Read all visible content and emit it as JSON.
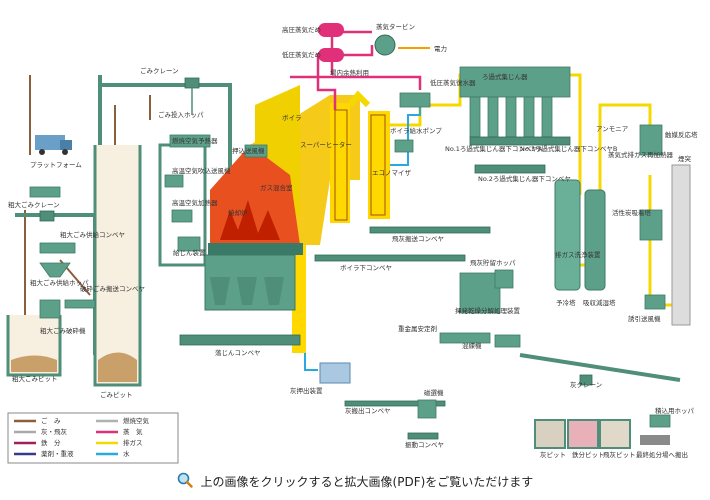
{
  "labels": {
    "gomi_crane": "ごみクレーン",
    "gomi_hopper": "ごみ投入ホッパ",
    "platform": "プラットフォーム",
    "sodai_crane": "粗大ごみクレーン",
    "sodai_conveyor": "粗大ごみ供給コンベヤ",
    "sodai_hopper": "粗大ごみ供給ホッパ",
    "sodai_hasai": "粗大ごみ破砕機",
    "hasai_conveyor": "破砕ごみ搬送コンベヤ",
    "sodai_pit": "粗大ごみピット",
    "gomi_pit": "ごみピット",
    "shikaku": "燃焼空気予熱器",
    "oshidashi": "押込送風機",
    "koatsu_kuki": "高温空気吹込送風機",
    "koatsu_kanetsu": "高温空気加熱器",
    "shokyakuro": "焼却炉",
    "kyujin": "給じん装置",
    "boiler": "ボイラ",
    "super_heater": "スーパーヒーター",
    "gas_kongo": "ガス混合室",
    "economizer": "エコノマイザ",
    "koatsu_joki": "高圧蒸気だめ",
    "teiatsu_joki": "低圧蒸気だめ",
    "joki_turbine": "蒸気タービン",
    "denryoku": "電力",
    "jonai_yonetsu": "場内余熱利用",
    "teiatsu_fukusui": "低圧蒸気復水器",
    "boiler_pump": "ボイラ給水ポンプ",
    "ro_shujin": "ろ過式集じん器",
    "no1a": "No.1ろ過式集じん器下コンベヤA",
    "no1b": "No.1ろ過式集じん器下コンベヤB",
    "no2": "No.2ろ過式集じん器下コンベヤ",
    "ammonia": "アンモニア",
    "shokubai": "触媒反応塔",
    "haigasu_saikanetsu": "蒸気式排ガス再加熱器",
    "kasseitan": "活性炭吸着塔",
    "entotsu": "煙突",
    "yuin": "誘引送風機",
    "haigasu_senjo": "排ガス洗浄装置",
    "yoreito": "予冷塔",
    "kyushu_ekito": "吸収減湿塔",
    "hibai_conveyor": "飛灰搬送コンベヤ",
    "boiler_shita": "ボイラ下コンベヤ",
    "hibai_hopper": "飛灰貯留ホッパ",
    "yokaten": "揮発乾燥分解処理装置",
    "jukinzoku": "重金属安定剤",
    "konrenki": "混練機",
    "rakujin": "落じんコンベヤ",
    "haidashi": "灰押出装置",
    "hai_crane": "灰クレーン",
    "haihashutsu": "灰搬出コンベヤ",
    "jiryoku": "磁選機",
    "shindo": "振動コンベヤ",
    "tsumikomi": "積込用ホッパ",
    "hai_pit": "灰ピット",
    "ryubun_pit": "鉄分ピット",
    "hibai_pit": "飛灰ピット",
    "saishu": "最終処分場へ搬出"
  },
  "legend": [
    {
      "text": "ご　み",
      "color": "#8b5e3c"
    },
    {
      "text": "燃焼空気",
      "color": "#b0b0b0"
    },
    {
      "text": "灰・飛灰",
      "color": "#aaaaaa"
    },
    {
      "text": "蒸　気",
      "color": "#e0307a"
    },
    {
      "text": "鉄　分",
      "color": "#a0205a"
    },
    {
      "text": "排ガス",
      "color": "#f5d800"
    },
    {
      "text": "薬剤・重液",
      "color": "#3a3a8a"
    },
    {
      "text": "水",
      "color": "#2aa8e0"
    }
  ],
  "caption": "上の画像をクリックすると拡大画像(PDF)をご覧いただけます",
  "colors": {
    "equipment": "#5da08a",
    "gas": "#f5d800",
    "steam": "#e0307a",
    "water": "#2aa8e0",
    "refuse": "#8b5e3c"
  }
}
